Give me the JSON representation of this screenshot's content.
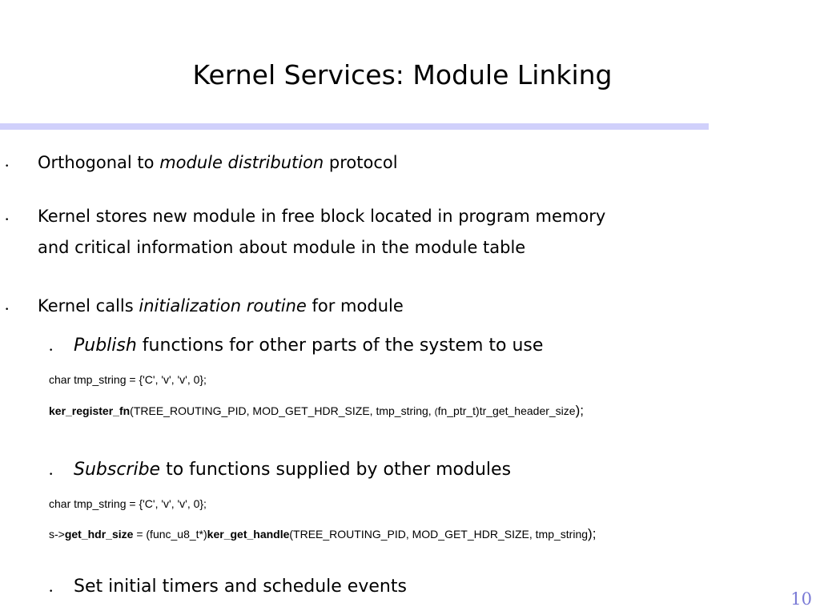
{
  "slide": {
    "title": "Kernel Services: Module Linking",
    "page_number": "10",
    "colors": {
      "rule": "#d0d0fb",
      "page_number": "#7a7ad6",
      "text": "#000000"
    },
    "bullet_glyph": "•",
    "bullets": [
      {
        "pre": "Orthogonal to ",
        "em": "module distribution",
        "post": " protocol"
      },
      {
        "line1": "Kernel stores new module in free block located in program memory",
        "line2": "and critical information about module in the module table"
      },
      {
        "pre": "Kernel calls ",
        "em": "initialization routine",
        "post": " for module"
      }
    ],
    "sub_bullets": [
      {
        "em": "Publish",
        "post": " functions for other parts of the system to use",
        "code_line1": "char tmp_string = {'C', 'v', 'v', 0};",
        "code_line2": {
          "fn": "ker_register_fn",
          "args_a": "(TREE_ROUTING_PID, MOD_GET_HDR_SIZE, tmp_string, ",
          "paren": "(",
          "args_b": "fn_ptr_t)tr_get_header_size",
          "close": ");"
        }
      },
      {
        "em": "Subscribe",
        "post": " to functions supplied by other modules",
        "code_line1": "char tmp_string = {'C', 'v', 'v', 0};",
        "code_line2": {
          "prefix": "s->",
          "field": "get_hdr_size",
          "mid": " = (func_u8_t*)",
          "fn": "ker_get_handle",
          "args": "(TREE_ROUTING_PID, MOD_GET_HDR_SIZE, tmp_string",
          "close": ");"
        }
      },
      {
        "text": "Set initial timers and schedule events"
      }
    ]
  }
}
